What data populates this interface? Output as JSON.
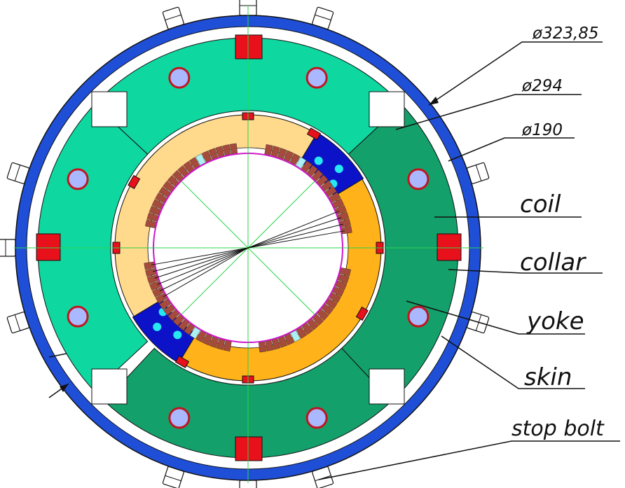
{
  "labels": {
    "d_skin_outer": "ø323,85",
    "d_yoke": "ø294",
    "d_collar": "ø190",
    "coil": "coil",
    "collar": "collar",
    "yoke": "yoke",
    "skin": "skin",
    "stop_bolt": "stop bolt"
  },
  "colors": {
    "skin": "#1f4fd6",
    "yoke_light": "#0fd7a0",
    "yoke_dark": "#14a06a",
    "collar_light": "#ffd98c",
    "collar_dark": "#ffb21a",
    "pad": "#0b12c8",
    "coil": "#a64a3c",
    "spacer": "#aaf0f4",
    "stop_block": "#e8101a",
    "pin_fill": "#a9b8ff",
    "pin_ring": "#c0151f",
    "dowel": "#26e8f2",
    "key": "#e8101a",
    "bolt": "#ffffff",
    "bore_ring": "#d018c8",
    "guide_line": "#2ad44a",
    "drawing_line": "#111111"
  }
}
